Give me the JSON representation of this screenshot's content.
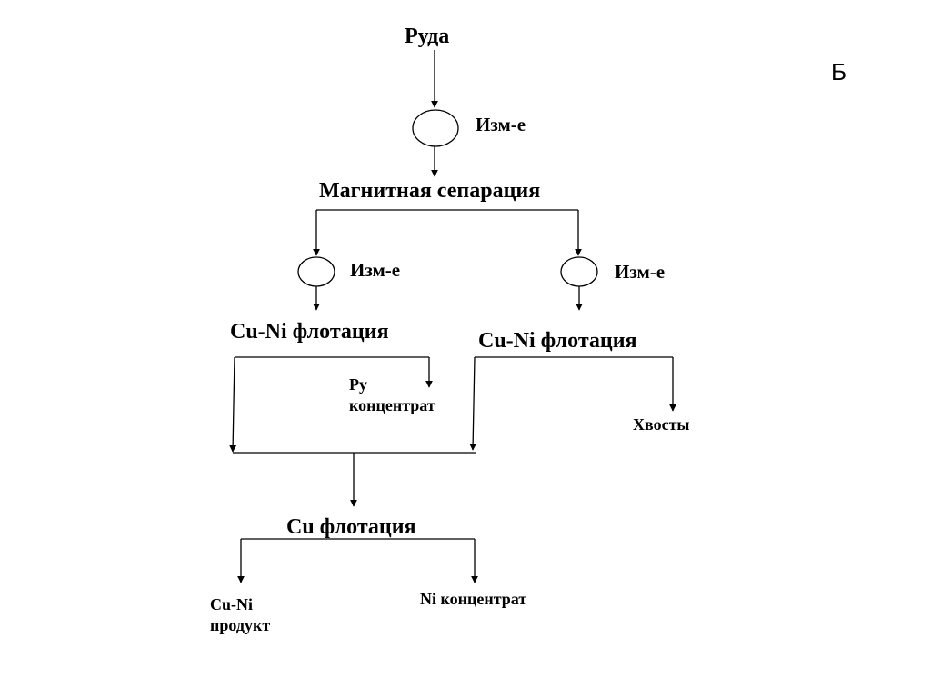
{
  "panel_letter": "Б",
  "nodes": {
    "ore": "Руда",
    "grinding_1": "Изм-е",
    "magnetic_separation": "Магнитная сепарация",
    "grinding_left": "Изм-е",
    "grinding_right": "Изм-е",
    "cu_ni_flotation_left": "Cu-Ni флотация",
    "cu_ni_flotation_right": "Cu-Ni флотация",
    "pge_concentrate_line1": "Pу",
    "pge_concentrate_line2": "концентрат",
    "tailings": "Хвосты",
    "cu_flotation": "Cu флотация",
    "cu_ni_product_line1": "Cu-Ni",
    "cu_ni_product_line2": "продукт",
    "ni_concentrate": "Ni концентрат"
  }
}
